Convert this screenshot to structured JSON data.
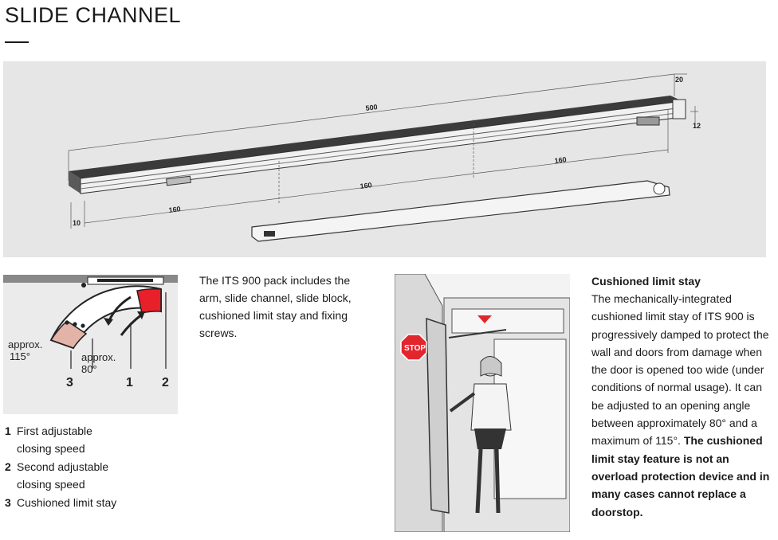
{
  "page": {
    "title": "SLIDE CHANNEL"
  },
  "drawing": {
    "dimensions": {
      "overall_length": "500",
      "width": "20",
      "height": "12",
      "left_height": "10",
      "spacing_1": "160",
      "spacing_2": "160",
      "spacing_3": "160"
    }
  },
  "limit_stay_diagram": {
    "label_115_line1": "approx.",
    "label_115_line2": "115°",
    "label_80_line1": "approx.",
    "label_80_line2": "80°",
    "marker_3": "3",
    "marker_1": "1",
    "marker_2": "2",
    "colors": {
      "red_zone": "#e8202a",
      "pink_zone": "#e2b3a6",
      "arc_outline": "#222222"
    }
  },
  "legend": [
    {
      "num": "1",
      "line1": "First adjustable",
      "line2": "closing speed"
    },
    {
      "num": "2",
      "line1": "Second adjustable",
      "line2": "closing speed"
    },
    {
      "num": "3",
      "line1": "Cushioned limit stay",
      "line2": ""
    }
  ],
  "pack_description": "The ITS 900 pack includes the arm, slide channel, slide block, cushioned limit stay and fixing screws.",
  "door_illustration": {
    "stop_sign_text": "STOP",
    "colors": {
      "stop_red": "#e3262e",
      "arrow_red": "#e3262e"
    }
  },
  "cushioned_limit_stay": {
    "heading": "Cushioned limit stay",
    "body": "The mechanically-integrated cushioned limit stay of ITS 900 is progressively damped to protect the wall and doors from damage when the door is opened too wide (under conditions of normal usage). It can be adjusted to an opening angle between approximately 80° and a maximum of 115°.",
    "warning": "The cushioned limit stay feature is not an overload protection device and in many cases cannot replace a doorstop."
  }
}
